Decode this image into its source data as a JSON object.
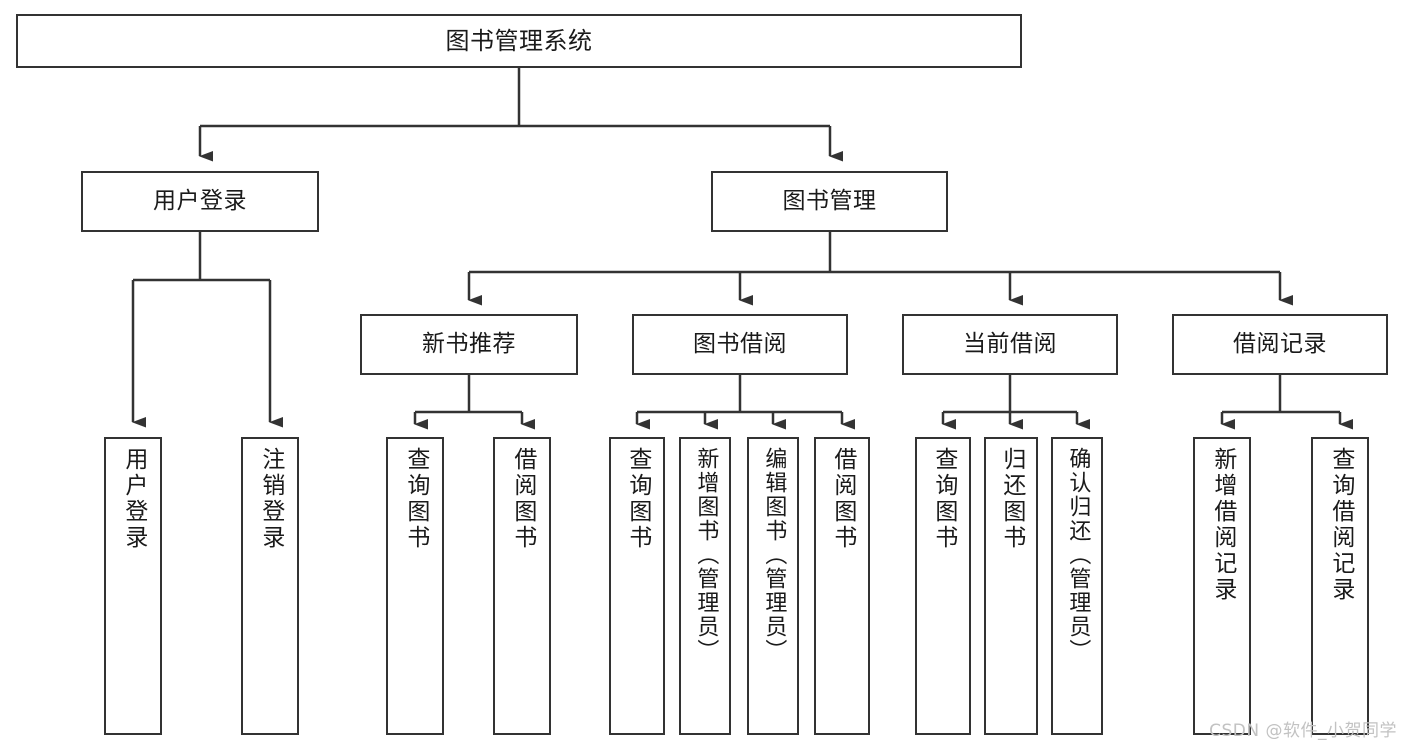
{
  "diagram": {
    "title": "图书管理系统",
    "type": "hierarchy-tree",
    "colors": {
      "background": "#ffffff",
      "node_border": "#333333",
      "node_fill": "#ffffff",
      "connector": "#333333",
      "text": "#1a1a1a",
      "watermark": "#c2c2c2"
    },
    "root": {
      "label": "图书管理系统"
    },
    "level1": [
      {
        "label": "用户登录"
      },
      {
        "label": "图书管理"
      }
    ],
    "level2": [
      {
        "label": "新书推荐"
      },
      {
        "label": "图书借阅"
      },
      {
        "label": "当前借阅"
      },
      {
        "label": "借阅记录"
      }
    ],
    "leaves": {
      "user_login": [
        {
          "label": "用户登录"
        },
        {
          "label": "注销登录"
        }
      ],
      "new_book_recommend": [
        {
          "label": "查询图书"
        },
        {
          "label": "借阅图书"
        }
      ],
      "book_borrow": [
        {
          "label": "查询图书"
        },
        {
          "label": "新增图书（管理员）"
        },
        {
          "label": "编辑图书（管理员）"
        },
        {
          "label": "借阅图书"
        }
      ],
      "current_borrow": [
        {
          "label": "查询图书"
        },
        {
          "label": "归还图书"
        },
        {
          "label": "确认归还（管理员）"
        }
      ],
      "borrow_record": [
        {
          "label": "新增借阅记录"
        },
        {
          "label": "查询借阅记录"
        }
      ]
    },
    "watermark": "CSDN @软件_小贺同学"
  }
}
